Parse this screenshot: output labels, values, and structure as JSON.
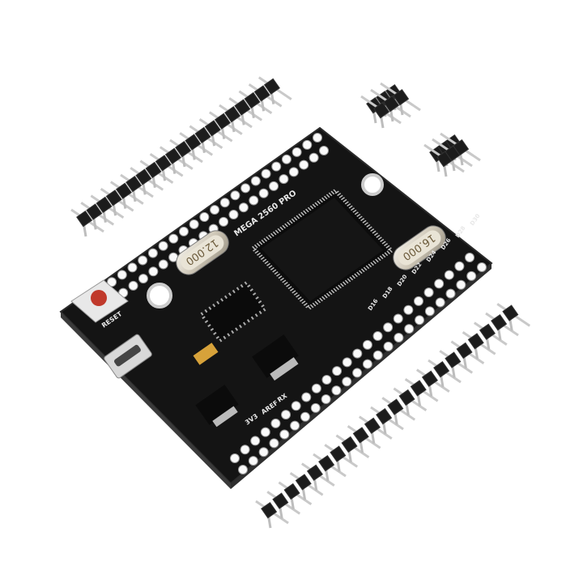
{
  "photo": {
    "subject": "MEGA 2560 PRO",
    "board_label": "MEGA 2560 PRO",
    "crystal_left": "12.000",
    "crystal_right": "16.000",
    "reset_label": "RESET",
    "bottom_labels": [
      "3V3",
      "AREF",
      "RX"
    ],
    "pin_labels": [
      "D16",
      "D18",
      "D20",
      "D22",
      "D24",
      "D26",
      "D28",
      "D30"
    ],
    "colors": {
      "pcb": "#141414",
      "silkscreen": "#e8e8e8",
      "pins": "#c9c9c9",
      "headers": "#1c1c1c",
      "reset_button": "#c0392b"
    }
  }
}
